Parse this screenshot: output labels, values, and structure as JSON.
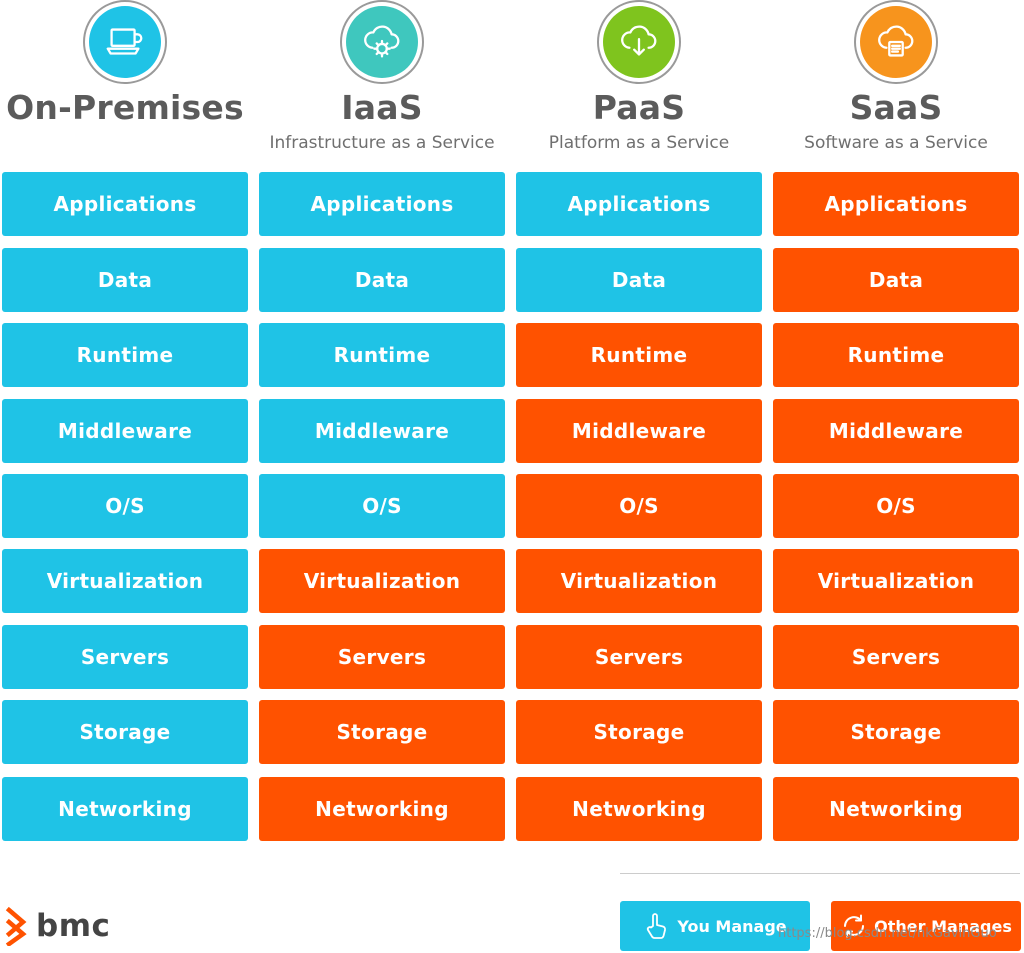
{
  "colors": {
    "you_manage": "#1fc3e6",
    "other_manages": "#ff5200",
    "title_text": "#5b5b5b"
  },
  "rows": [
    "Applications",
    "Data",
    "Runtime",
    "Middleware",
    "O/S",
    "Virtualization",
    "Servers",
    "Storage",
    "Networking"
  ],
  "columns": [
    {
      "title": "On-Premises",
      "subtitle": "",
      "icon": "laptop-icon",
      "icon_color": "#1fc3e6",
      "managed_by": [
        "you",
        "you",
        "you",
        "you",
        "you",
        "you",
        "you",
        "you",
        "you"
      ]
    },
    {
      "title": "IaaS",
      "subtitle": "Infrastructure as a Service",
      "icon": "cloud-gear-icon",
      "icon_color": "#3fc7be",
      "managed_by": [
        "you",
        "you",
        "you",
        "you",
        "you",
        "other",
        "other",
        "other",
        "other"
      ]
    },
    {
      "title": "PaaS",
      "subtitle": "Platform as a Service",
      "icon": "cloud-download-icon",
      "icon_color": "#7fc41e",
      "managed_by": [
        "you",
        "you",
        "other",
        "other",
        "other",
        "other",
        "other",
        "other",
        "other"
      ]
    },
    {
      "title": "SaaS",
      "subtitle": "Software as a Service",
      "icon": "cloud-document-icon",
      "icon_color": "#f7941d",
      "managed_by": [
        "other",
        "other",
        "other",
        "other",
        "other",
        "other",
        "other",
        "other",
        "other"
      ]
    }
  ],
  "legend": {
    "you_manage": {
      "label": "You Manage",
      "icon": "hand-pointer-icon"
    },
    "other_manages": {
      "label": "Other Manages",
      "icon": "refresh-icon"
    }
  },
  "brand": {
    "name": "bmc",
    "icon": "bmc-chevron-icon"
  },
  "watermark": "https://blog.csdn.net/nkGavinGuo"
}
